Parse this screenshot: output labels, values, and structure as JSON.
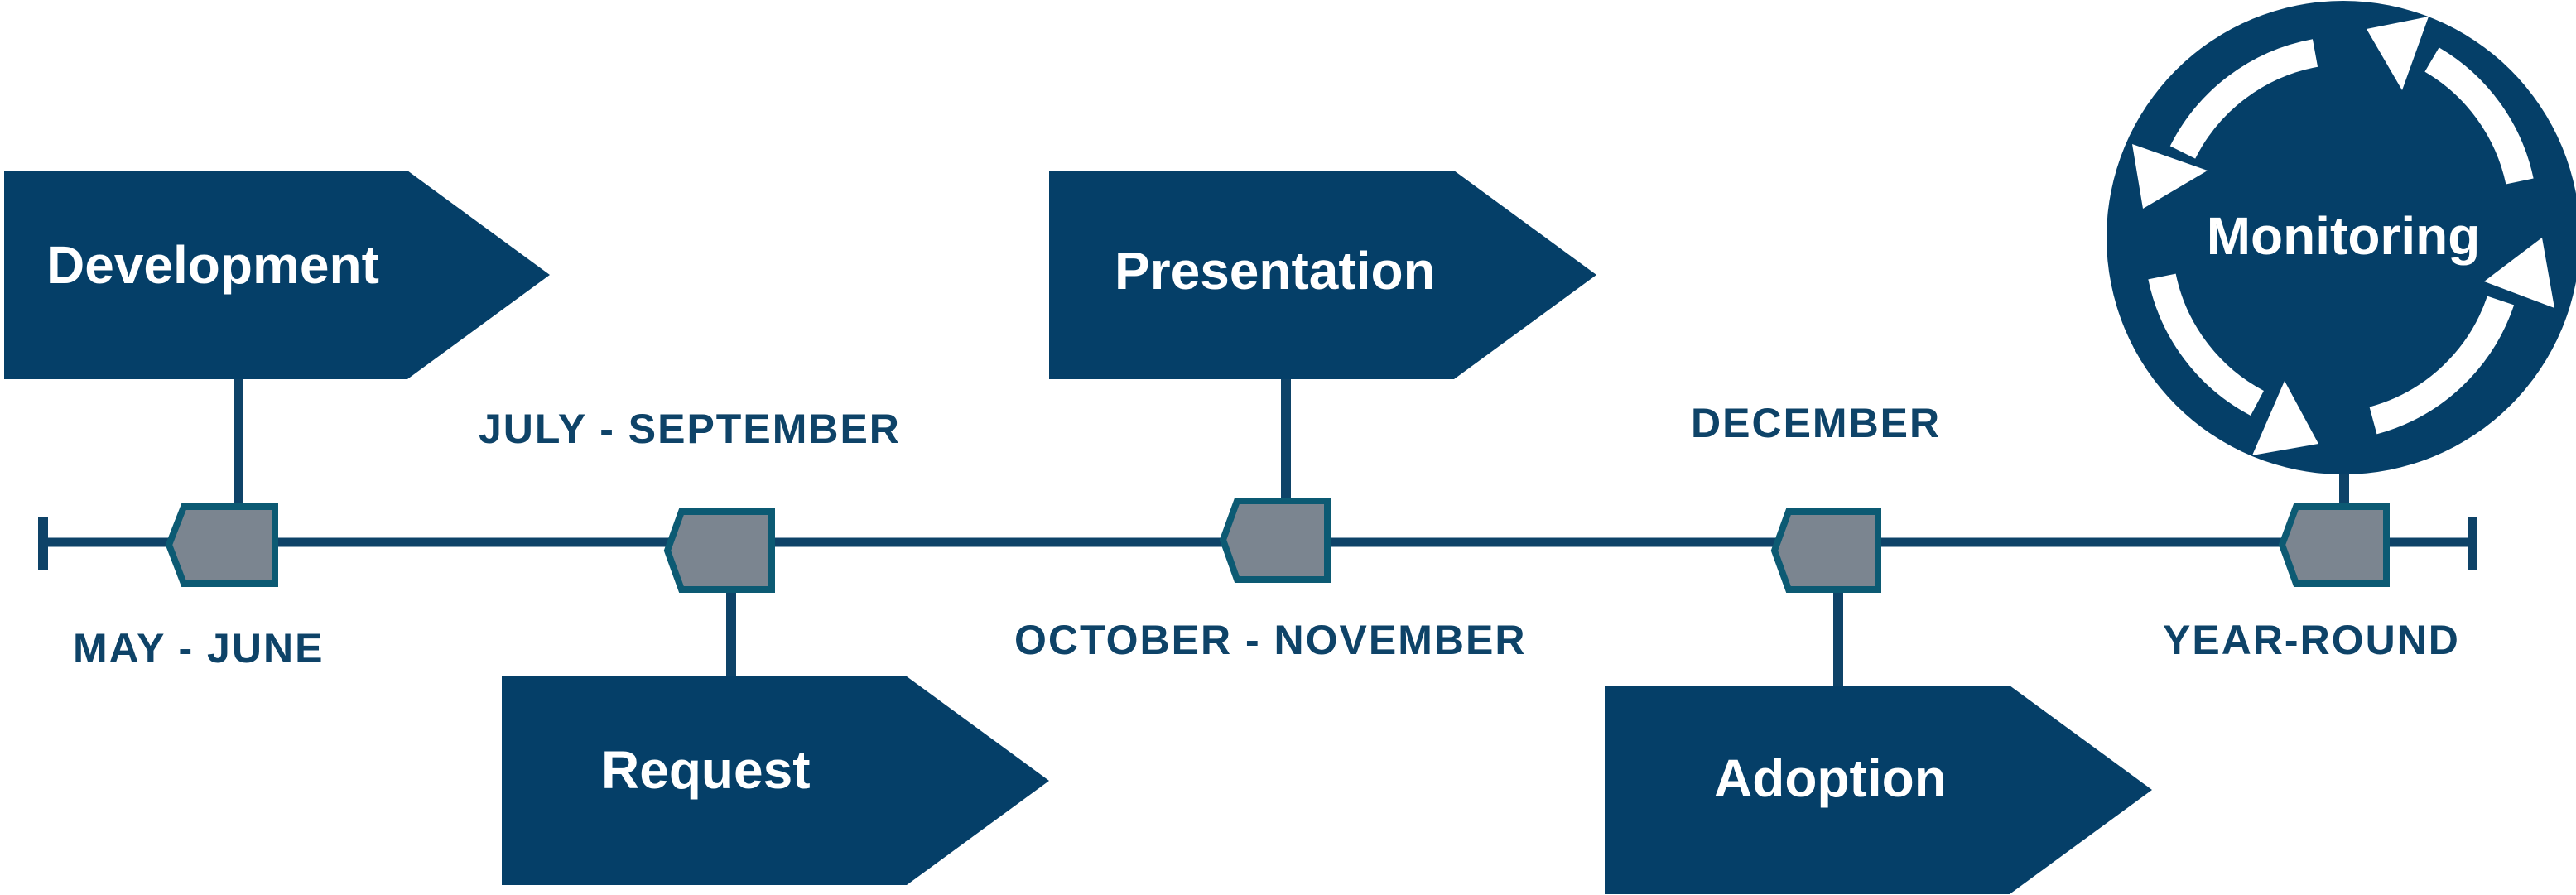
{
  "colors": {
    "navy": "#053f68",
    "line": "#0e4368",
    "marker_fill": "#7b8590",
    "marker_stroke": "#0c5a73",
    "text_light": "#ffffff",
    "text_dark": "#0e4368"
  },
  "stages": [
    {
      "name": "Development",
      "period": "MAY - JUNE"
    },
    {
      "name": "Request",
      "period": "JULY - SEPTEMBER"
    },
    {
      "name": "Presentation",
      "period": "OCTOBER - NOVEMBER"
    },
    {
      "name": "Adoption",
      "period": "DECEMBER"
    },
    {
      "name": "Monitoring",
      "period": "YEAR-ROUND"
    }
  ],
  "monitoring": {
    "label": "Monitoring",
    "icon": "circular-arrows-icon"
  }
}
